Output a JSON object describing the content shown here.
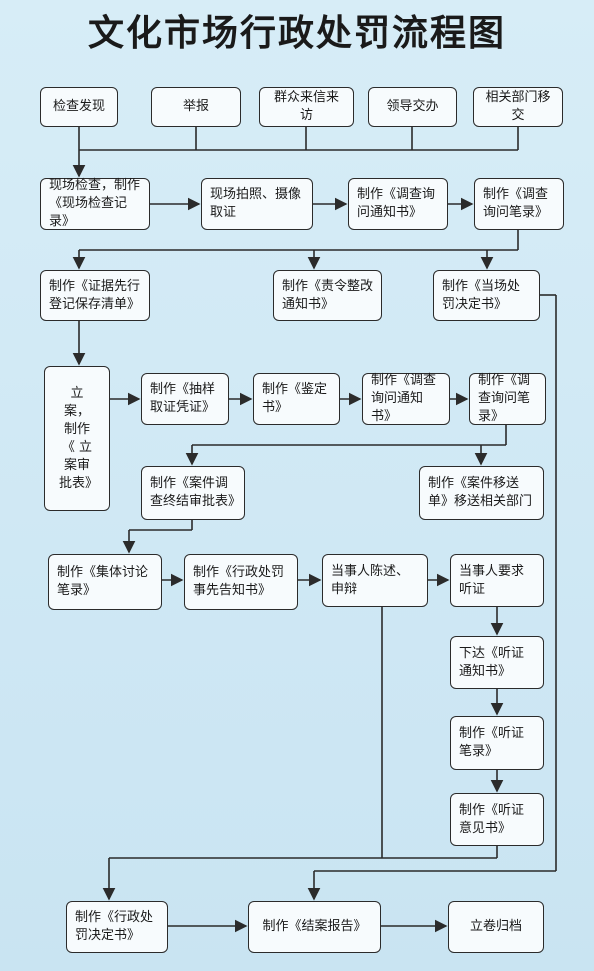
{
  "title": "文化市场行政处罚流程图",
  "nodes": {
    "source1": "检查发现",
    "source2": "举报",
    "source3": "群众来信来访",
    "source4": "领导交办",
    "source5": "相关部门移交",
    "onsite_check": "现场检查，制作《现场检查记录》",
    "photo": "现场拍照、摄像取证",
    "inquiry_notice1": "制作《调查询问通知书》",
    "inquiry_record1": "制作《调查询问笔录》",
    "evidence_list": "制作《证据先行登记保存清单》",
    "rectify_notice": "制作《责令整改通知书》",
    "onsite_penalty": "制作《当场处罚决定书》",
    "case_filing": "立案，制作《 立案审批表》",
    "sampling": "制作《抽样取证凭证》",
    "appraisal": "制作《鉴定书》",
    "inquiry_notice2": "制作《调查询问通知书》",
    "inquiry_record2": "制作《调查询问笔录》",
    "investigation_end": "制作《案件调查终结审批表》",
    "transfer": "制作《案件移送单》移送相关部门",
    "group_discussion": "制作《集体讨论笔录》",
    "prior_notice": "制作《行政处罚事先告知书》",
    "statement": "当事人陈述、申辩",
    "hearing_request": "当事人要求听证",
    "hearing_notice": "下达《听证通知书》",
    "hearing_record": "制作《听证笔录》",
    "hearing_opinion": "制作《听证意见书》",
    "penalty_decision": "制作《行政处罚决定书》",
    "closing_report": "制作《结案报告》",
    "archive": "立卷归档"
  }
}
